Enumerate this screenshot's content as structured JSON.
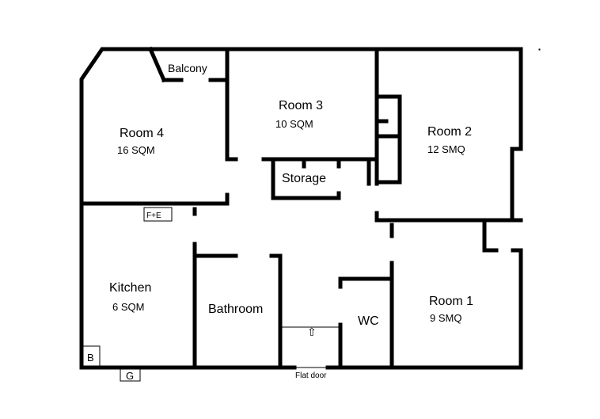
{
  "rooms": {
    "room4": {
      "name": "Room 4",
      "area": "16 SQM"
    },
    "room3": {
      "name": "Room 3",
      "area": "10 SQM"
    },
    "room2": {
      "name": "Room 2",
      "area": "12 SMQ"
    },
    "room1": {
      "name": "Room 1",
      "area": "9 SMQ"
    },
    "kitchen": {
      "name": "Kitchen",
      "area": "6 SQM"
    },
    "bathroom": {
      "name": "Bathroom"
    },
    "wc": {
      "name": "WC"
    },
    "storage": {
      "name": "Storage"
    },
    "balcony": {
      "name": "Balcony"
    }
  },
  "fixtures": {
    "fe": "F+E",
    "b": "B",
    "g": "G",
    "flat_door": "Flat door",
    "door_arrow": "⇧"
  },
  "colors": {
    "wall": "#000000",
    "background": "#ffffff"
  }
}
